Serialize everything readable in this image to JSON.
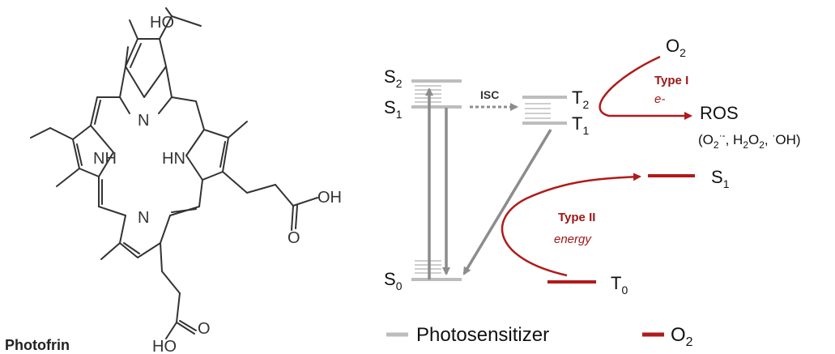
{
  "molecule": {
    "name": "Photofrin",
    "atoms": {
      "ho_top": "HO",
      "n_top": "N",
      "nh_left": "NH",
      "hn_right": "HN",
      "n_bottom": "N",
      "oh_right": "OH",
      "o_right": "O",
      "o_bottom": "O",
      "ho_bottom": "HO"
    }
  },
  "diagram": {
    "states": {
      "s2": {
        "main": "S",
        "sub": "2"
      },
      "s1": {
        "main": "S",
        "sub": "1"
      },
      "s0": {
        "main": "S",
        "sub": "0"
      },
      "t2": {
        "main": "T",
        "sub": "2"
      },
      "t1": {
        "main": "T",
        "sub": "1"
      },
      "o2_s1": {
        "main": "S",
        "sub": "1"
      },
      "o2_t0": {
        "main": "T",
        "sub": "0"
      }
    },
    "isc_label": "ISC",
    "o2_top": {
      "main": "O",
      "sub": "2"
    },
    "type1": {
      "label": "Type I",
      "detail": "e-"
    },
    "type2": {
      "label": "Type II",
      "detail": "energy"
    },
    "ros": {
      "label": "ROS",
      "species_open": "(O",
      "species_sub1": "2",
      "species_sup1": "·-",
      "species_mid": ", H",
      "species_sub2": "2",
      "species_mid2": "O",
      "species_sub3": "2",
      "species_mid3": ", ",
      "species_sup2": "·",
      "species_close": "OH)"
    },
    "colors": {
      "photosensitizer": "#bdbdbd",
      "o2": "#b01b1b",
      "arrow": "#8c8c8c"
    }
  },
  "legend": {
    "photosensitizer": "Photosensitizer",
    "o2_main": "O",
    "o2_sub": "2"
  }
}
